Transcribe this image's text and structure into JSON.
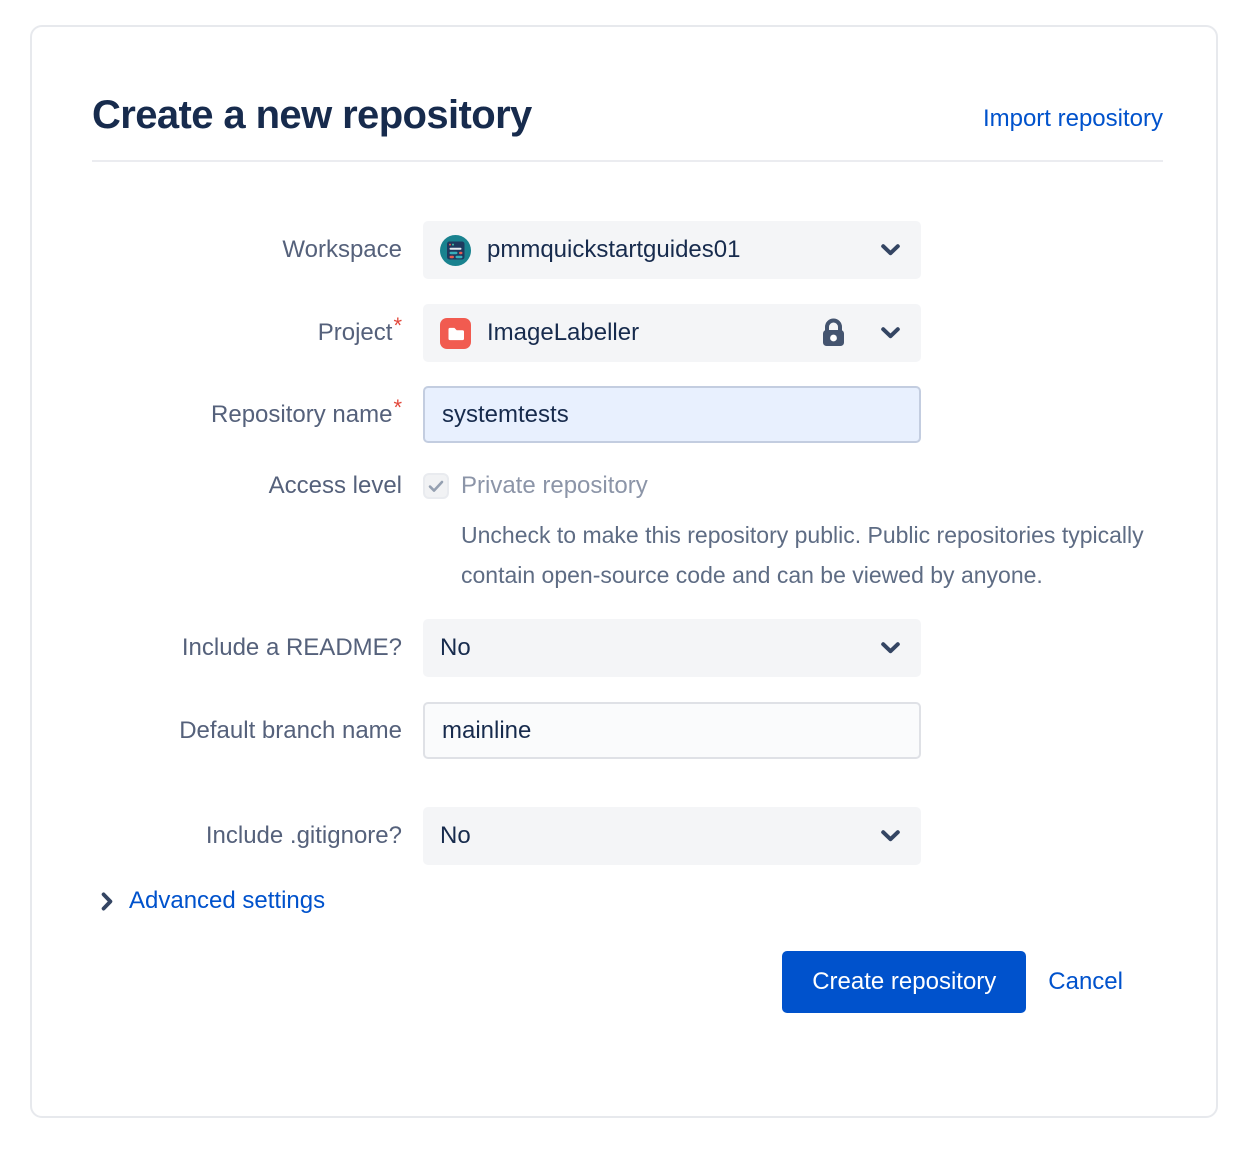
{
  "page": {
    "title": "Create a new repository",
    "import_link": "Import repository"
  },
  "form": {
    "workspace": {
      "label": "Workspace",
      "value": "pmmquickstartguides01"
    },
    "project": {
      "label": "Project",
      "required_mark": "*",
      "value": "ImageLabeller"
    },
    "repository_name": {
      "label": "Repository name",
      "required_mark": "*",
      "value": "systemtests"
    },
    "access_level": {
      "label": "Access level",
      "checkbox_label": "Private repository",
      "checkbox_checked": true,
      "help_text": "Uncheck to make this repository public. Public repositories typically contain open-source code and can be viewed by anyone."
    },
    "readme": {
      "label": "Include a README?",
      "value": "No"
    },
    "default_branch": {
      "label": "Default branch name",
      "value": "mainline"
    },
    "gitignore": {
      "label": "Include .gitignore?",
      "value": "No"
    },
    "advanced_settings": {
      "label": "Advanced settings"
    }
  },
  "actions": {
    "create_label": "Create repository",
    "cancel_label": "Cancel"
  },
  "icons": {
    "workspace_avatar": "teal-workspace-avatar",
    "project_icon": "red-folder-badge",
    "lock_icon": "padlock",
    "select_chevron": "chevron-down",
    "advanced_chevron": "chevron-right",
    "checkbox_icon": "checkmark"
  },
  "colors": {
    "primary_blue": "#0052CC",
    "title_navy": "#172B4D",
    "label_slate": "#55617B",
    "help_gray": "#5E6C84",
    "required_red": "#E2483B",
    "field_gray_bg": "#F4F5F7",
    "autofill_blue_bg": "#E8F0FE",
    "project_icon_red": "#F15B50",
    "workspace_avatar_teal": "#19828F",
    "disabled_check_gray": "#95A0B1"
  }
}
